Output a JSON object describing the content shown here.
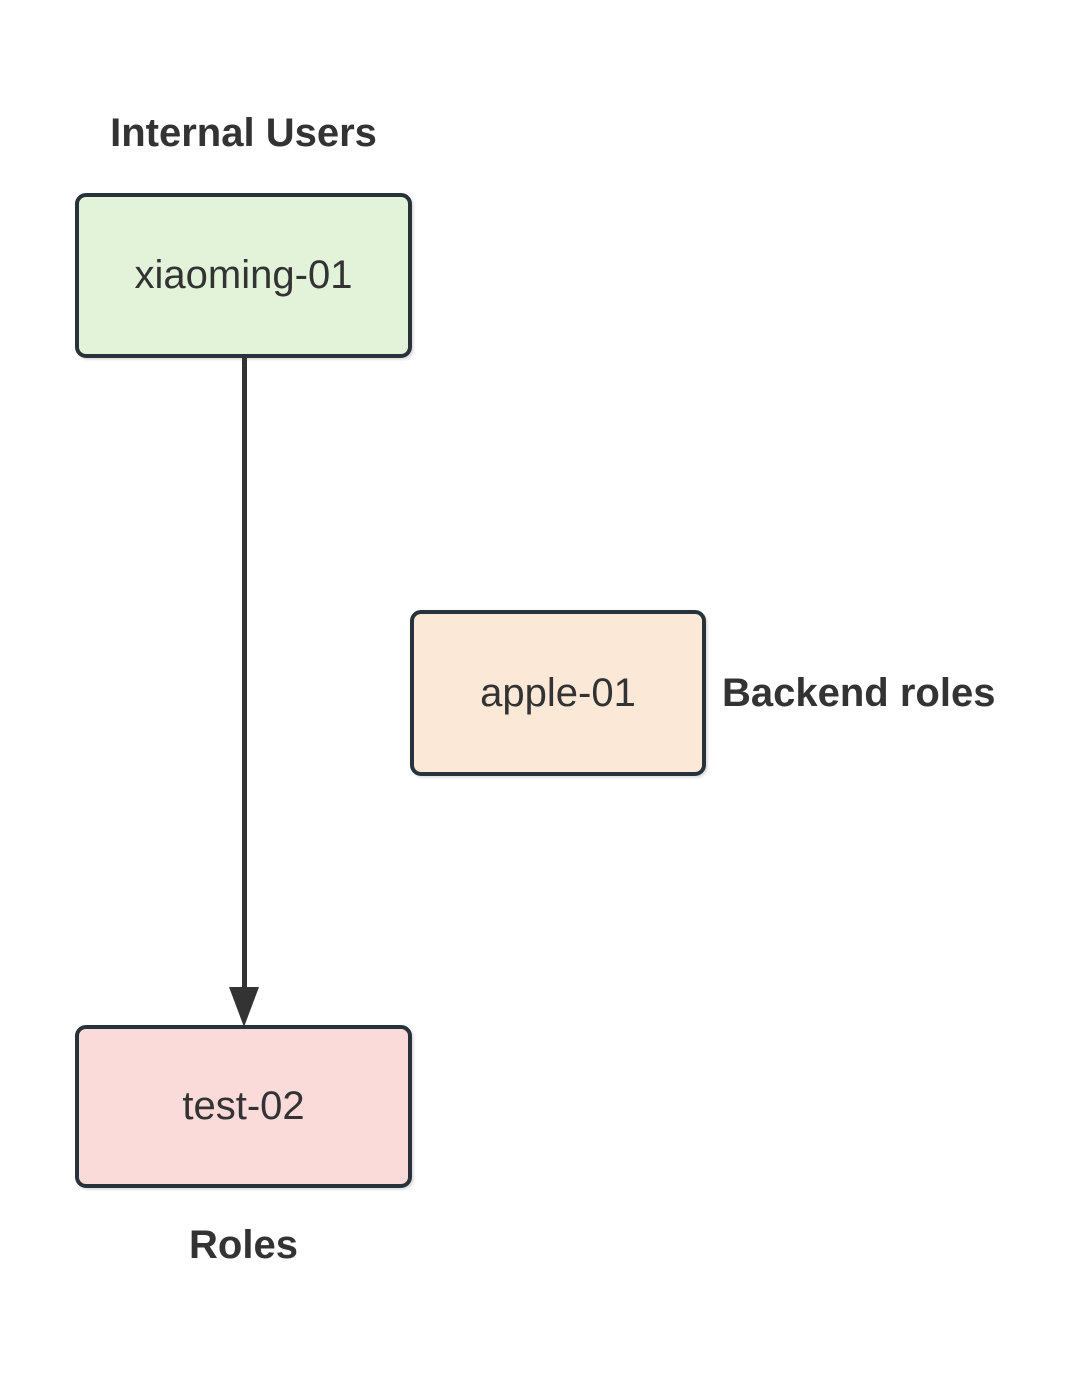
{
  "diagram": {
    "type": "flowchart",
    "background": "#ffffff",
    "titles": {
      "internal_users": "Internal Users",
      "backend_roles": "Backend roles",
      "roles": "Roles"
    },
    "nodes": {
      "user": {
        "label": "xiaoming-01",
        "fill": "#e2f3d9"
      },
      "backend_role": {
        "label": "apple-01",
        "fill": "#fbe8d7"
      },
      "role": {
        "label": "test-02",
        "fill": "#fbdada"
      }
    },
    "edge": {
      "from": "xiaoming-01",
      "to": "test-02",
      "direction": "down",
      "color": "#333333",
      "arrowhead": "filled-triangle"
    },
    "colors": {
      "node_border": "#28323a",
      "label_text": "#333333",
      "title_text": "#333333"
    }
  }
}
